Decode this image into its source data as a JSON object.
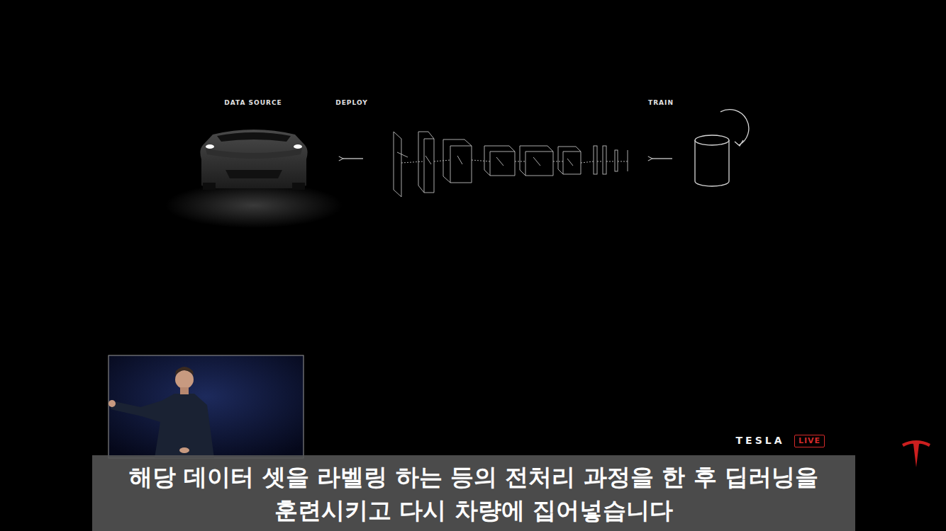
{
  "diagram": {
    "caption": "해당 데이터 셋을 라벨링 하는 등의 전처리 과정을 한 후 딥러닝을 훈련시키고 다시 차량에 집어넣습니다",
    "nodes": [
      {
        "text": [
          "LIVE"
        ]
      }
    ],
    "labels": [
      "DATA SOURCE",
      "DEPLOY",
      "TRAIN",
      "TESLA"
    ]
  }
}
